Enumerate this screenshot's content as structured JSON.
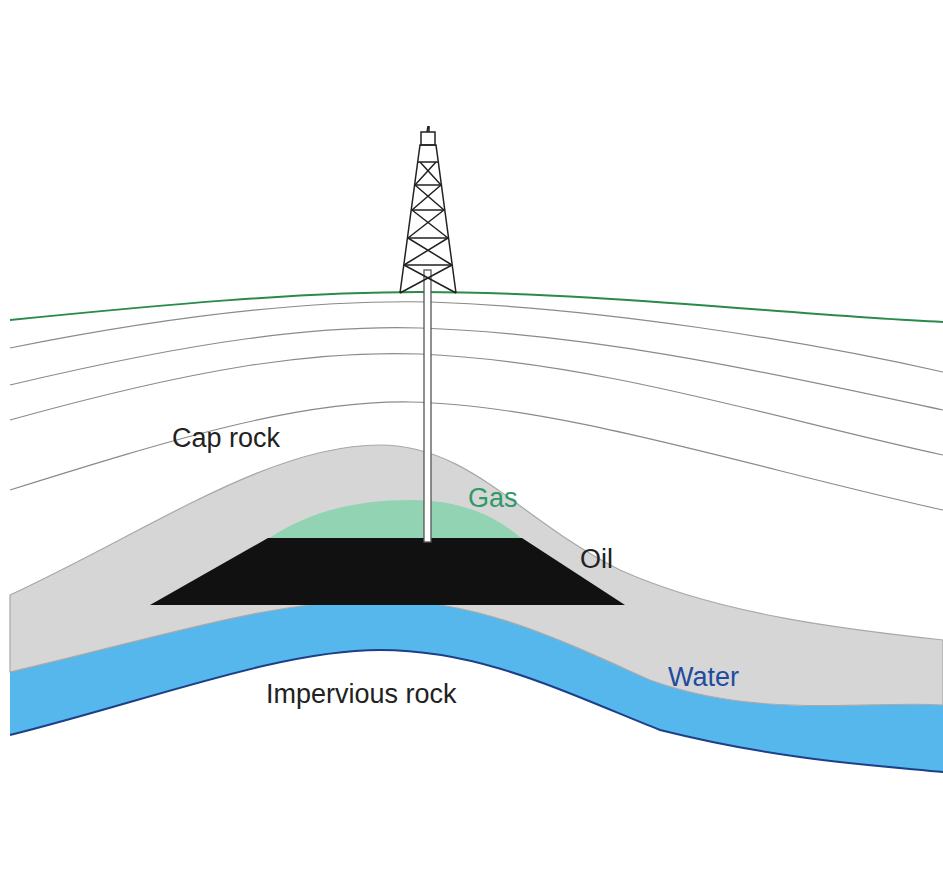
{
  "diagram": {
    "labels": [
      "Cap rock",
      "Gas",
      "Oil",
      "Water",
      "Impervious rock"
    ]
  }
}
